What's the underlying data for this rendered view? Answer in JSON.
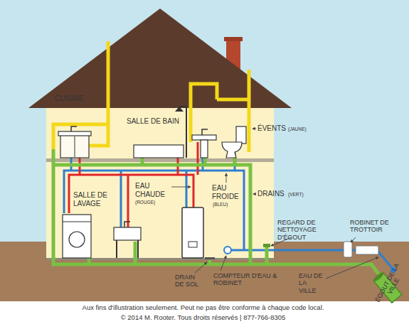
{
  "diagram": {
    "caption": "Aux fins d'illustration seulement. Peut ne pas être conforme à chaque code local.",
    "labels": [
      "CUISINE",
      "SALLE DE BAIN",
      "ÉVENTS",
      "(JAUNE)",
      "SALLE DE LAVAGE",
      "EAU CHAUDE",
      "(ROUGE)",
      "EAU FROIDE",
      "(BLEU)",
      "DRAINS",
      "(VERT)",
      "REGARD DE NETTOYAGE D'ÉGOUT",
      "ROBINET DE TROTTOIR",
      "DRAIN DE SOL",
      "COMPTEUR D'EAU & ROBINET",
      "EAU DE LA VILLE",
      "ÉGOUT DE LA VILLE",
      "© 2014 M. Rooter. Tous droits réservés | 877-766-8305"
    ]
  }
}
